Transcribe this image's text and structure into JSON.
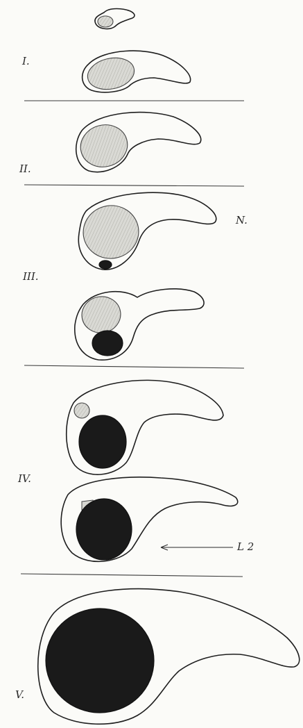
{
  "plate": {
    "stage_labels": {
      "I": "I.",
      "II": "II.",
      "III": "III.",
      "IV": "IV.",
      "V": "V.",
      "N": "N."
    },
    "pointer_label": "L 2"
  },
  "colors": {
    "background": "#fbfbf8",
    "outline": "#1e1e1e",
    "light_nucleus": "#d4d4d0",
    "dark_nucleus": "#1a1a1a"
  }
}
